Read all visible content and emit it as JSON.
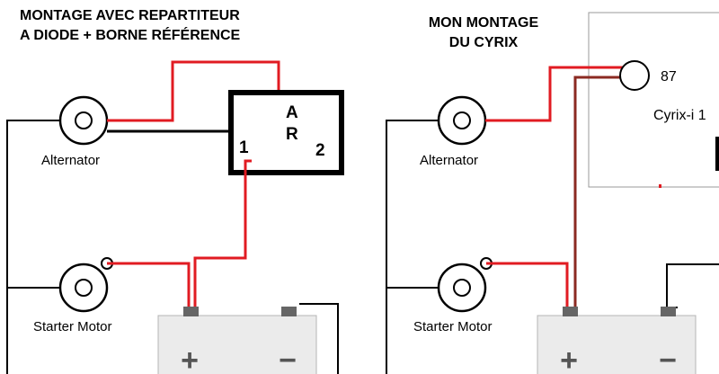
{
  "left_diagram": {
    "title_line1": "MONTAGE AVEC REPARTITEUR",
    "title_line2": "A DIODE + BORNE RÉFÉRENCE",
    "alternator_label": "Alternator",
    "starter_label": "Starter Motor",
    "splitter": {
      "terminal_a": "A",
      "terminal_r": "R",
      "terminal_1": "1",
      "terminal_2": "2"
    },
    "battery": {
      "plus": "+",
      "minus": "−"
    }
  },
  "right_diagram": {
    "title_line1": "MON MONTAGE",
    "title_line2": "DU CYRIX",
    "alternator_label": "Alternator",
    "starter_label": "Starter Motor",
    "cyrix_terminal": "87",
    "cyrix_label": "Cyrix-i 1",
    "battery": {
      "plus": "+",
      "minus": "−"
    }
  },
  "colors": {
    "wire_red": "#e11b22",
    "wire_brown": "#8b2a22",
    "wire_black": "#000000",
    "battery_body": "#ebebeb",
    "terminal_post": "#666666"
  }
}
